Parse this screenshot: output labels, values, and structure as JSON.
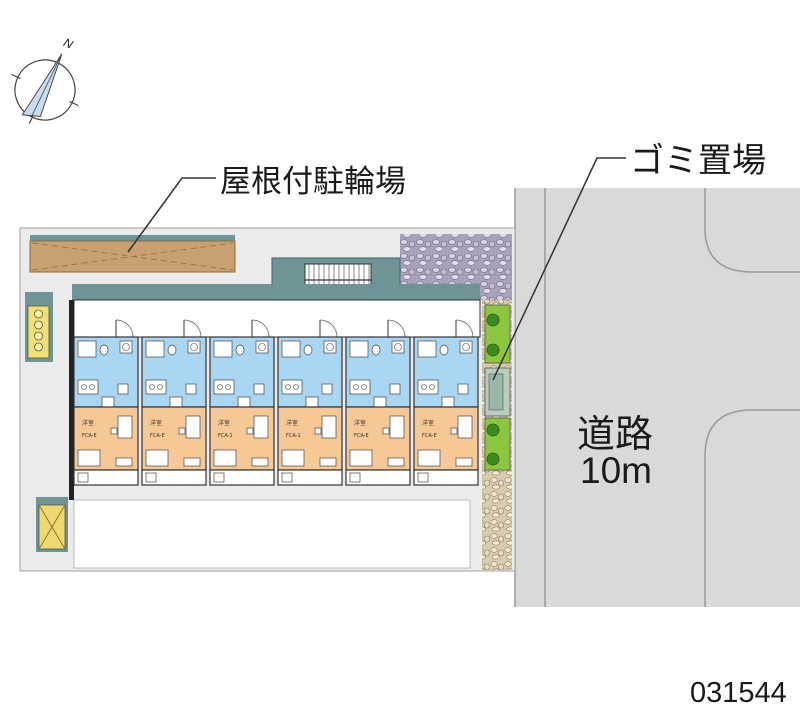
{
  "compass": {
    "north_label": "N"
  },
  "labels": {
    "bike_parking": "屋根付駐輪場",
    "garbage_area": "ゴミ置場",
    "road_name": "道路",
    "road_width": "10m"
  },
  "property_code": "031544",
  "units": [
    {
      "room": "洋室",
      "code": "FCA-E"
    },
    {
      "room": "洋室",
      "code": "FCA-E"
    },
    {
      "room": "洋室",
      "code": "FCA-1"
    },
    {
      "room": "洋室",
      "code": "FCA-1"
    },
    {
      "room": "洋室",
      "code": "FCA-E"
    },
    {
      "room": "洋室",
      "code": "FCA-E"
    }
  ],
  "colors": {
    "road": "#d9d9d9",
    "lot": "#ebebeb",
    "roof_teal": "#6f9496",
    "bike_roof": "#c9a071",
    "unit_wet_area": "#a9d6f2",
    "unit_room": "#f5c896",
    "planter": "#8cc63f",
    "garbage": "#b8ccc0",
    "compass_needle": "#c8dcef"
  }
}
